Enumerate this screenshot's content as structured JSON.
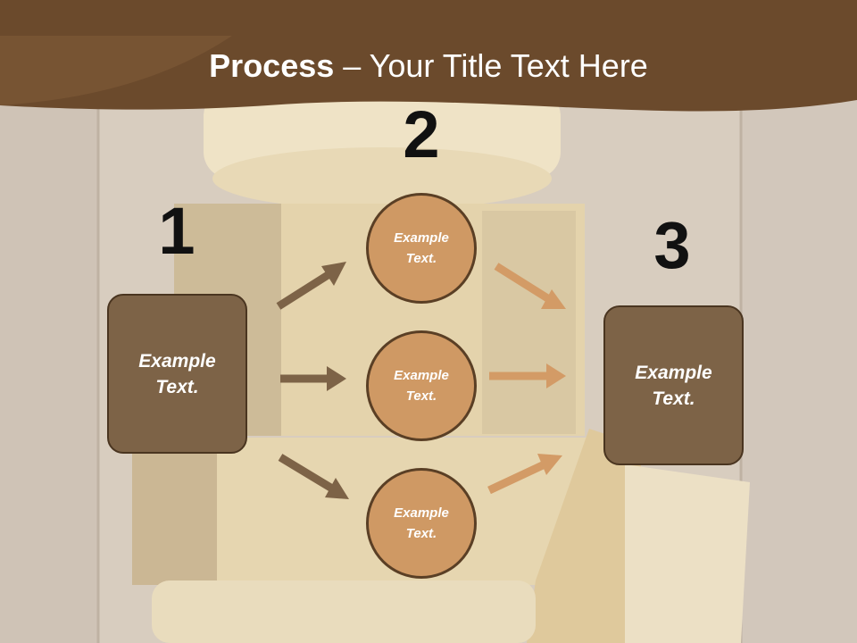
{
  "title": {
    "bold": "Process",
    "rest": " – Your Title Text Here"
  },
  "steps": {
    "one": "1",
    "two": "2",
    "three": "3"
  },
  "left_box": "Example Text.",
  "circles": [
    "Example Text.",
    "Example Text.",
    "Example Text."
  ],
  "right_box": "Example Text.",
  "colors": {
    "banner": "#6b4a2c",
    "box": "#7d6347",
    "circle": "#cf9964",
    "arrow_dark": "#7d6347",
    "arrow_light": "#d39b66"
  }
}
